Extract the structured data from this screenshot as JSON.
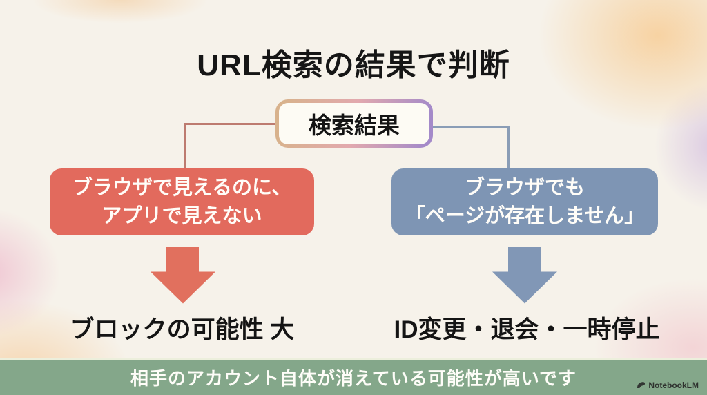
{
  "slide": {
    "title": "URL検索の結果で判断",
    "root_node_label": "検索結果",
    "branches": {
      "left": {
        "line1": "ブラウザで見えるのに、",
        "line2": "アプリで見えない",
        "result": "ブロックの可能性 大"
      },
      "right": {
        "line1": "ブラウザでも",
        "line2": "「ページが存在しません」",
        "result": "ID変更・退会・一時停止"
      }
    },
    "footer_note": "相手のアカウント自体が消えている可能性が高いです",
    "watermark_label": "NotebookLM",
    "colors": {
      "background_base": "#f6f2ea",
      "left_accent": "#e26a5d",
      "right_accent": "#7e95b4",
      "left_connector": "#bd7b70",
      "right_connector": "#8a9db6",
      "root_border_left": "#d8b28c",
      "root_border_right": "#a48ac9",
      "footer_bg": "#84a78a",
      "title_text": "#161616",
      "box_text": "#fffdf8"
    }
  }
}
